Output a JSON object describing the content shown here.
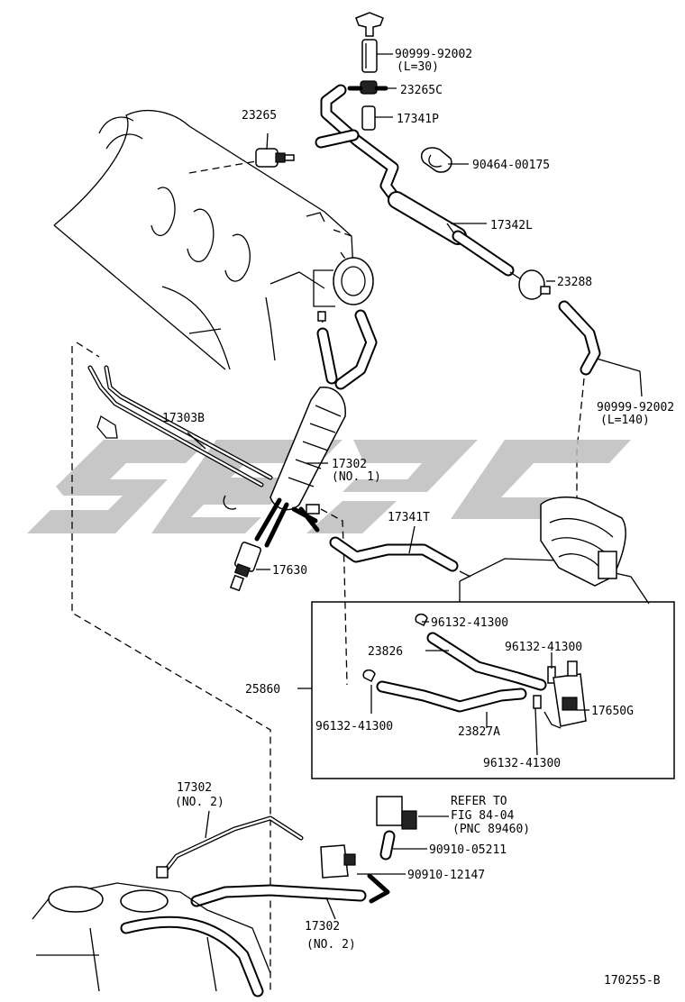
{
  "parts": {
    "p1": "90999-92002",
    "p1_len": "(L=30)",
    "p2": "23265C",
    "p3": "17341P",
    "p4": "23265",
    "p5": "90464-00175",
    "p6": "17342L",
    "p7": "23288",
    "p8": "90999-92002",
    "p8_len": "(L=140)",
    "p9": "17303B",
    "p10": "17302",
    "p10_no": "(NO. 1)",
    "p11": "17341T",
    "p12": "17630",
    "p13": "96132-41300",
    "p14": "23826",
    "p15": "96132-41300",
    "p16": "25860",
    "p17": "17650G",
    "p18": "96132-41300",
    "p19": "23827A",
    "p20": "96132-41300",
    "p21": "17302",
    "p21_no": "(NO. 2)",
    "p22_refer": "REFER TO",
    "p22_fig": "FIG 84-04",
    "p22_pnc": "(PNC 89460)",
    "p23": "90910-05211",
    "p24": "90910-12147",
    "p25": "17302",
    "p25_no": "(NO. 2)"
  },
  "diagram_id": "170255-B",
  "icons": {
    "watermark": "csg-watermark-logo"
  }
}
